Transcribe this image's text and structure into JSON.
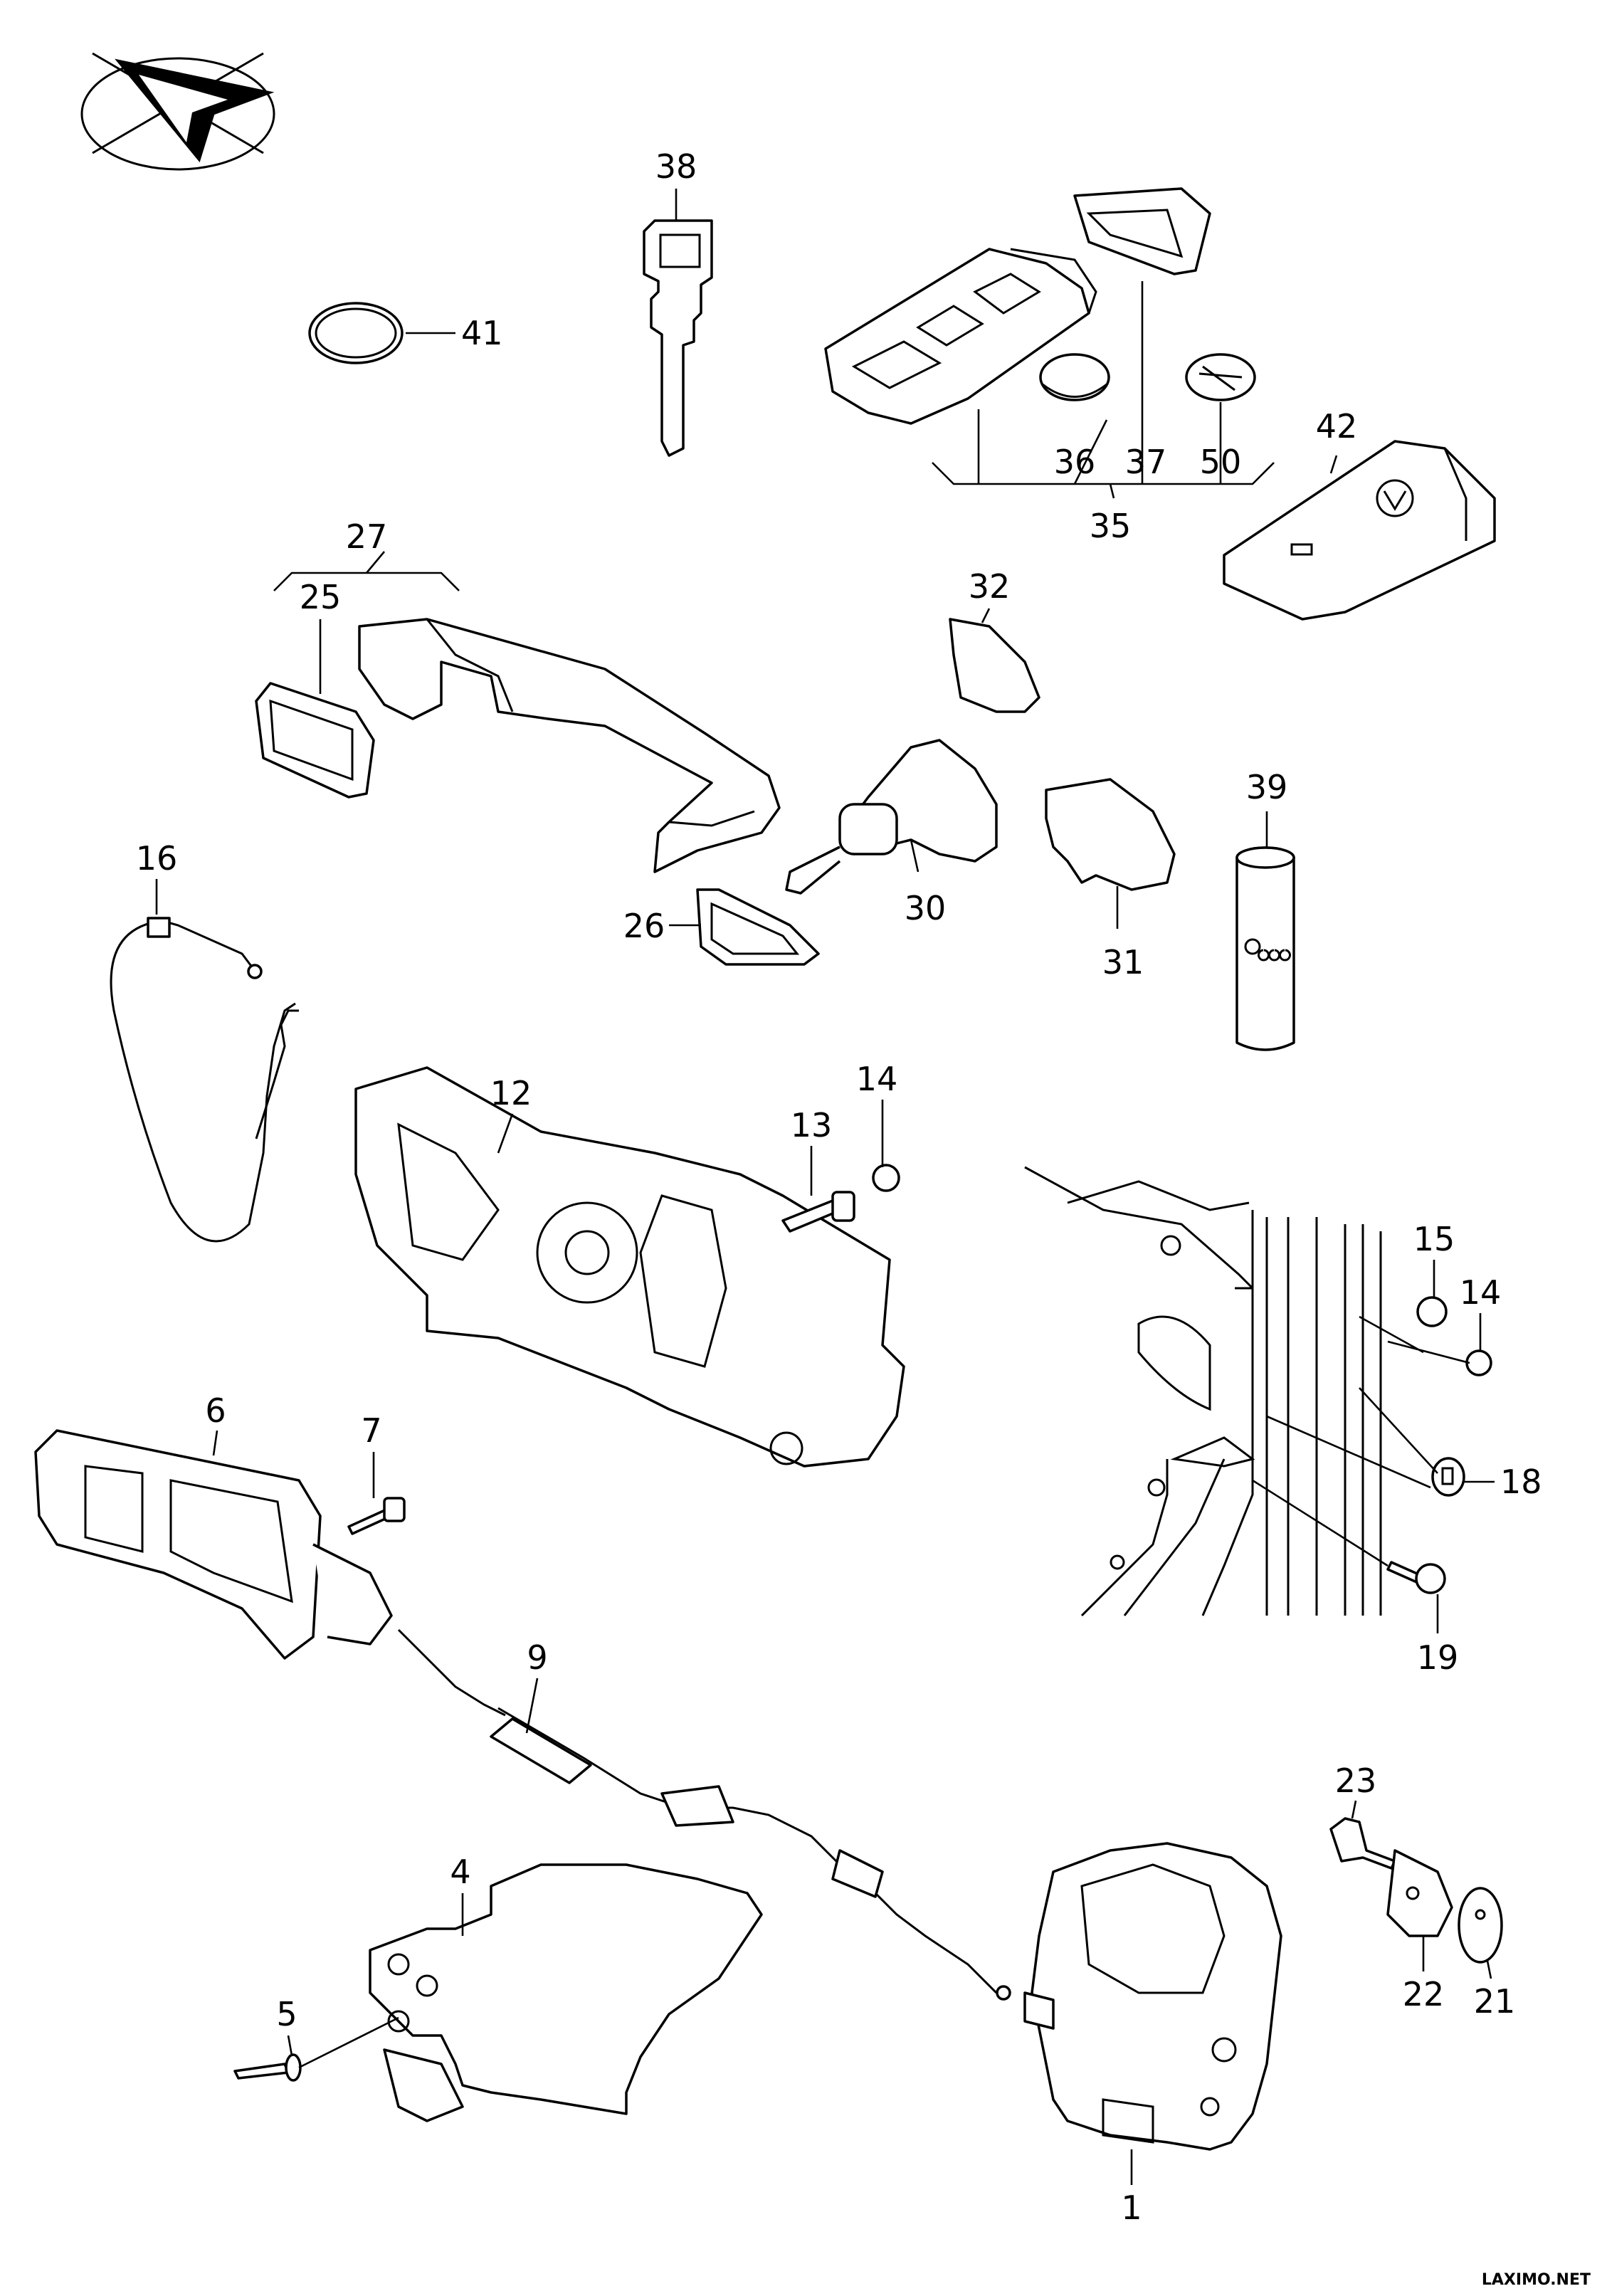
{
  "diagram": {
    "callouts": [
      {
        "id": "1",
        "text": "1"
      },
      {
        "id": "4",
        "text": "4"
      },
      {
        "id": "5",
        "text": "5"
      },
      {
        "id": "6",
        "text": "6"
      },
      {
        "id": "7",
        "text": "7"
      },
      {
        "id": "9",
        "text": "9"
      },
      {
        "id": "12",
        "text": "12"
      },
      {
        "id": "13",
        "text": "13"
      },
      {
        "id": "14a",
        "text": "14"
      },
      {
        "id": "14b",
        "text": "14"
      },
      {
        "id": "15",
        "text": "15"
      },
      {
        "id": "16",
        "text": "16"
      },
      {
        "id": "18",
        "text": "18"
      },
      {
        "id": "19",
        "text": "19"
      },
      {
        "id": "21",
        "text": "21"
      },
      {
        "id": "22",
        "text": "22"
      },
      {
        "id": "23",
        "text": "23"
      },
      {
        "id": "25",
        "text": "25"
      },
      {
        "id": "26",
        "text": "26"
      },
      {
        "id": "27",
        "text": "27"
      },
      {
        "id": "30",
        "text": "30"
      },
      {
        "id": "31",
        "text": "31"
      },
      {
        "id": "32",
        "text": "32"
      },
      {
        "id": "35",
        "text": "35"
      },
      {
        "id": "36",
        "text": "36"
      },
      {
        "id": "37",
        "text": "37"
      },
      {
        "id": "38",
        "text": "38"
      },
      {
        "id": "39",
        "text": "39"
      },
      {
        "id": "41",
        "text": "41"
      },
      {
        "id": "42",
        "text": "42"
      },
      {
        "id": "50",
        "text": "50"
      }
    ],
    "watermark": "LAXIMO.NET"
  },
  "colors": {
    "line": "#000000",
    "background": "#ffffff"
  }
}
